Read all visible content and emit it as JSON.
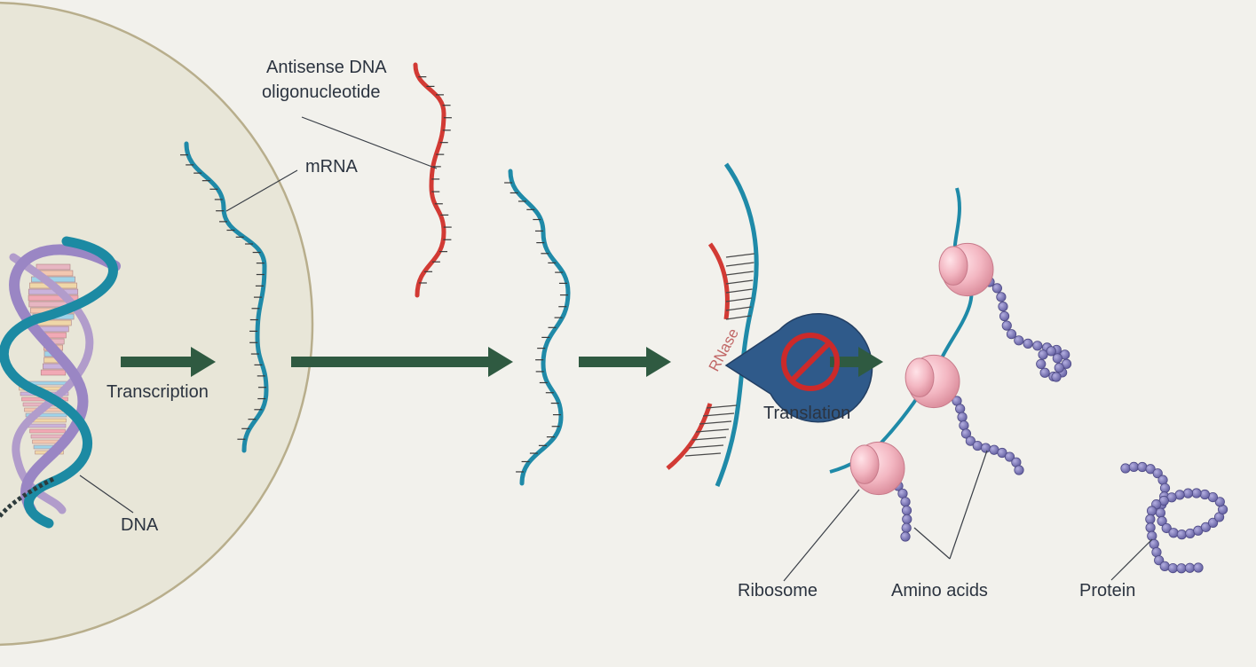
{
  "labels": {
    "antisense_line1": "Antisense DNA",
    "antisense_line2": "oligonucleotide",
    "mrna": "mRNA",
    "transcription": "Transcription",
    "dna": "DNA",
    "translation": "Translation",
    "ribosome": "Ribosome",
    "amino_acids": "Amino acids",
    "protein": "Protein",
    "rnase": "RNase"
  },
  "colors": {
    "background": "#f2f1ec",
    "nucleus_fill": "#e8e6d8",
    "nucleus_border": "#b8ae8c",
    "mrna": "#1f8aa8",
    "antisense": "#d23a34",
    "arrow": "#2f5a41",
    "rnase": "#2f5a8a",
    "ribosome": "#f3b7c2",
    "amino_acid": "#7b77b3",
    "block_sign": "#cc2a2a",
    "label_text": "#2c3440"
  },
  "icons": {
    "rnase": "pacman-enzyme-shape",
    "inhibition": "no-entry-sign",
    "ribosome": "pink-sphere"
  }
}
